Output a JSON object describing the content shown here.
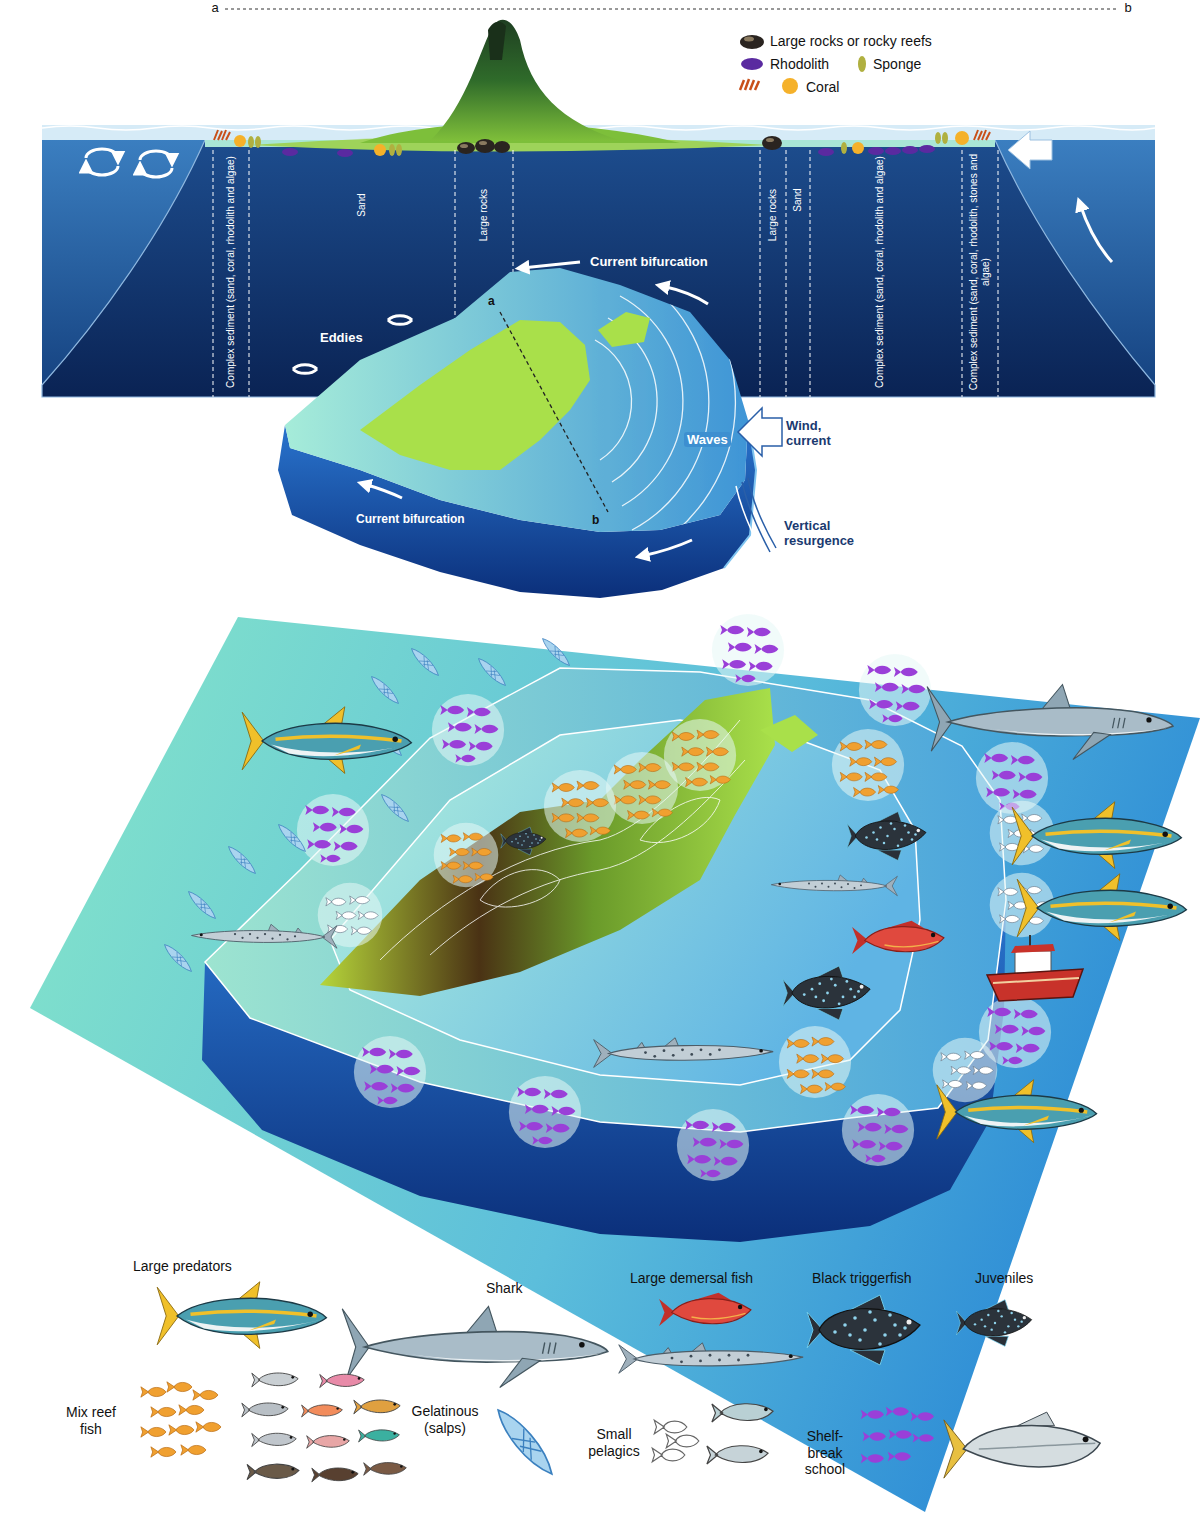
{
  "diagram": {
    "labels": [
      "a",
      "b",
      "Complex sediment (sand, coral, rhodolith and algae)",
      "Sand",
      "Large rocks",
      "Large rocks",
      "Sand",
      "Complex sediment (sand, coral, rhodolith and algae)",
      "Complex sediment (sand, coral, rhodolith, stones and algae)",
      "Current bifurcation",
      "Eddies",
      "Waves",
      "Wind, current",
      "Vertical resurgence",
      "Current bifurcation",
      "a",
      "b"
    ],
    "legend": [
      {
        "text": "Large rocks or rocky reefs"
      },
      {
        "text": "Rhodolith"
      },
      {
        "text": "Sponge"
      },
      {
        "text": "Coral"
      },
      {
        "text": "Large predators"
      },
      {
        "text": "Shark"
      },
      {
        "text": "Large demersal fish"
      },
      {
        "text": "Black triggerfish"
      },
      {
        "text": "Juveniles"
      },
      {
        "text": "Mix reef fish"
      },
      {
        "text": "Gelatinous (salps)"
      },
      {
        "text": "Small pelagics"
      },
      {
        "text": "Shelf-break school"
      }
    ]
  }
}
